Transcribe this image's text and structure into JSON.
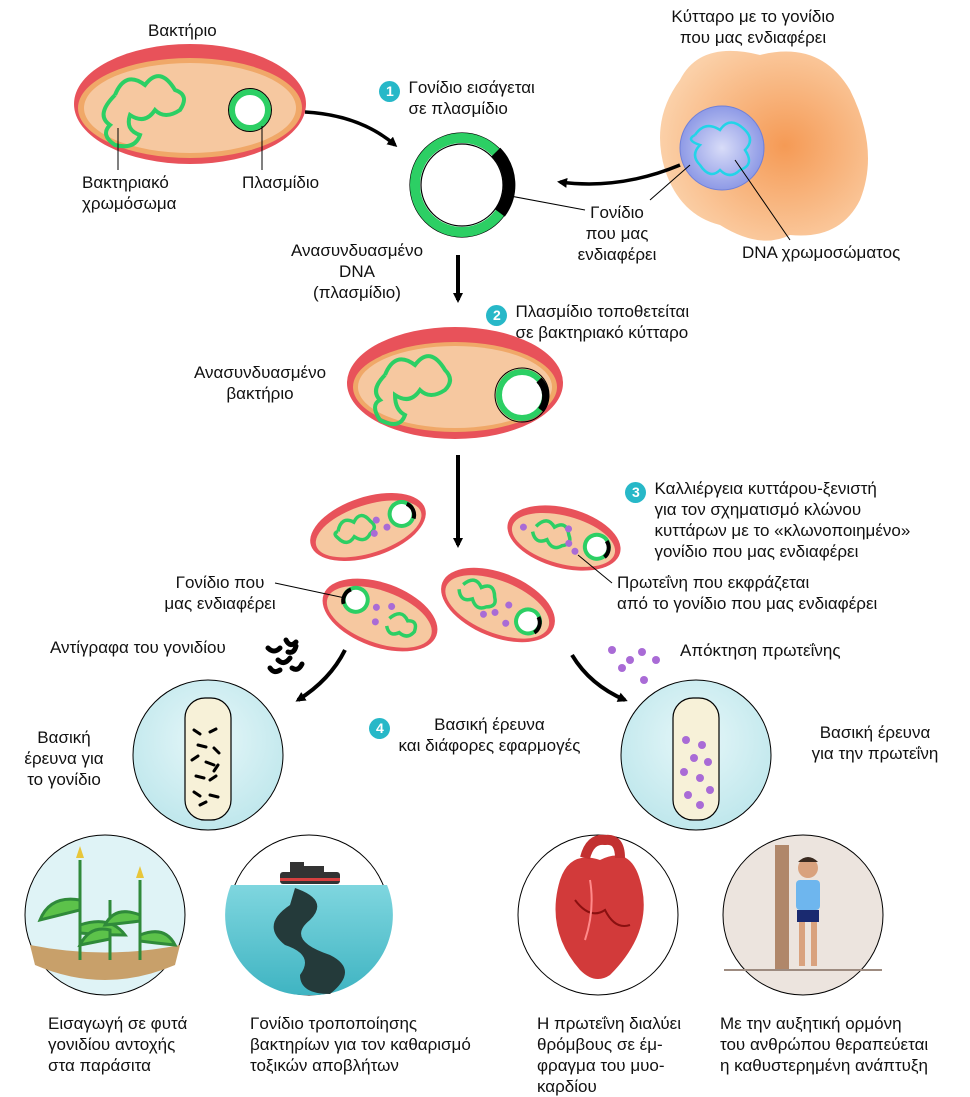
{
  "labels": {
    "bacterium": "Βακτήριο",
    "host_cell": "Κύτταρο με το γονίδιο\nπου μας ενδιαφέρει",
    "bacterial_chromosome": "Βακτηριακό\nχρωμόσωμα",
    "plasmid": "Πλασμίδιο",
    "gene_of_interest_1": "Γονίδιο\nπου μας\nενδιαφέρει",
    "chromosome_dna": "DNA χρωμοσώματος",
    "recombinant_dna": "Ανασυνδυασμένο\nDNA\n(πλασμίδιο)",
    "recombinant_bacterium": "Ανασυνδυασμένο\nβακτήριο",
    "gene_of_interest_2": "Γονίδιο που\nμας ενδιαφέρει",
    "expressed_protein": "Πρωτεΐνη που εκφράζεται\nαπό το γονίδιο που μας ενδιαφέρει",
    "gene_copies": "Αντίγραφα του γονιδίου",
    "protein_harvest": "Απόκτηση πρωτεΐνης",
    "basic_research_gene": "Βασική\nέρευνα για\nτο γονίδιο",
    "basic_research_protein": "Βασική έρευνα\nγια την πρωτεΐνη"
  },
  "steps": [
    {
      "num": "1",
      "text": "Γονίδιο εισάγεται\nσε πλασμίδιο"
    },
    {
      "num": "2",
      "text": "Πλασμίδιο τοποθετείται\nσε βακτηριακό κύτταρο"
    },
    {
      "num": "3",
      "text": "Καλλιέργεια κυττάρου-ξενιστή\nγια τον σχηματισμό κλώνου\nκυττάρων με το «κλωνοποιημένο»\nγονίδιο που μας ενδιαφέρει"
    },
    {
      "num": "4",
      "text": "Βασική έρευνα\nκαι διάφορες εφαρμογές"
    }
  ],
  "applications": [
    {
      "text": "Εισαγωγή σε φυτά\nγονιδίου αντοχής\nστα παράσιτα"
    },
    {
      "text": "Γονίδιο τροποποίησης\nβακτηρίων για τον καθαρισμό\nτοξικών αποβλήτων"
    },
    {
      "text": "Η πρωτεΐνη διαλύει\nθρόμβους σε έμ-\nφραγμα του μυο-\nκαρδίου"
    },
    {
      "text": "Με την αυξητική ορμόνη\nτου ανθρώπου θεραπεύεται\nη καθυστερημένη ανάπτυξη"
    }
  ],
  "colors": {
    "bacterium_wall": "#e8525a",
    "bacterium_fill": "#f6c8a0",
    "dna_green": "#2ccf64",
    "protein_purple": "#a96bd6",
    "host_cell_orange": "#f8b278",
    "nucleus_blue": "#9aa8ee",
    "step_badge": "#27b8c8",
    "research_circle": "#cdeef2"
  }
}
